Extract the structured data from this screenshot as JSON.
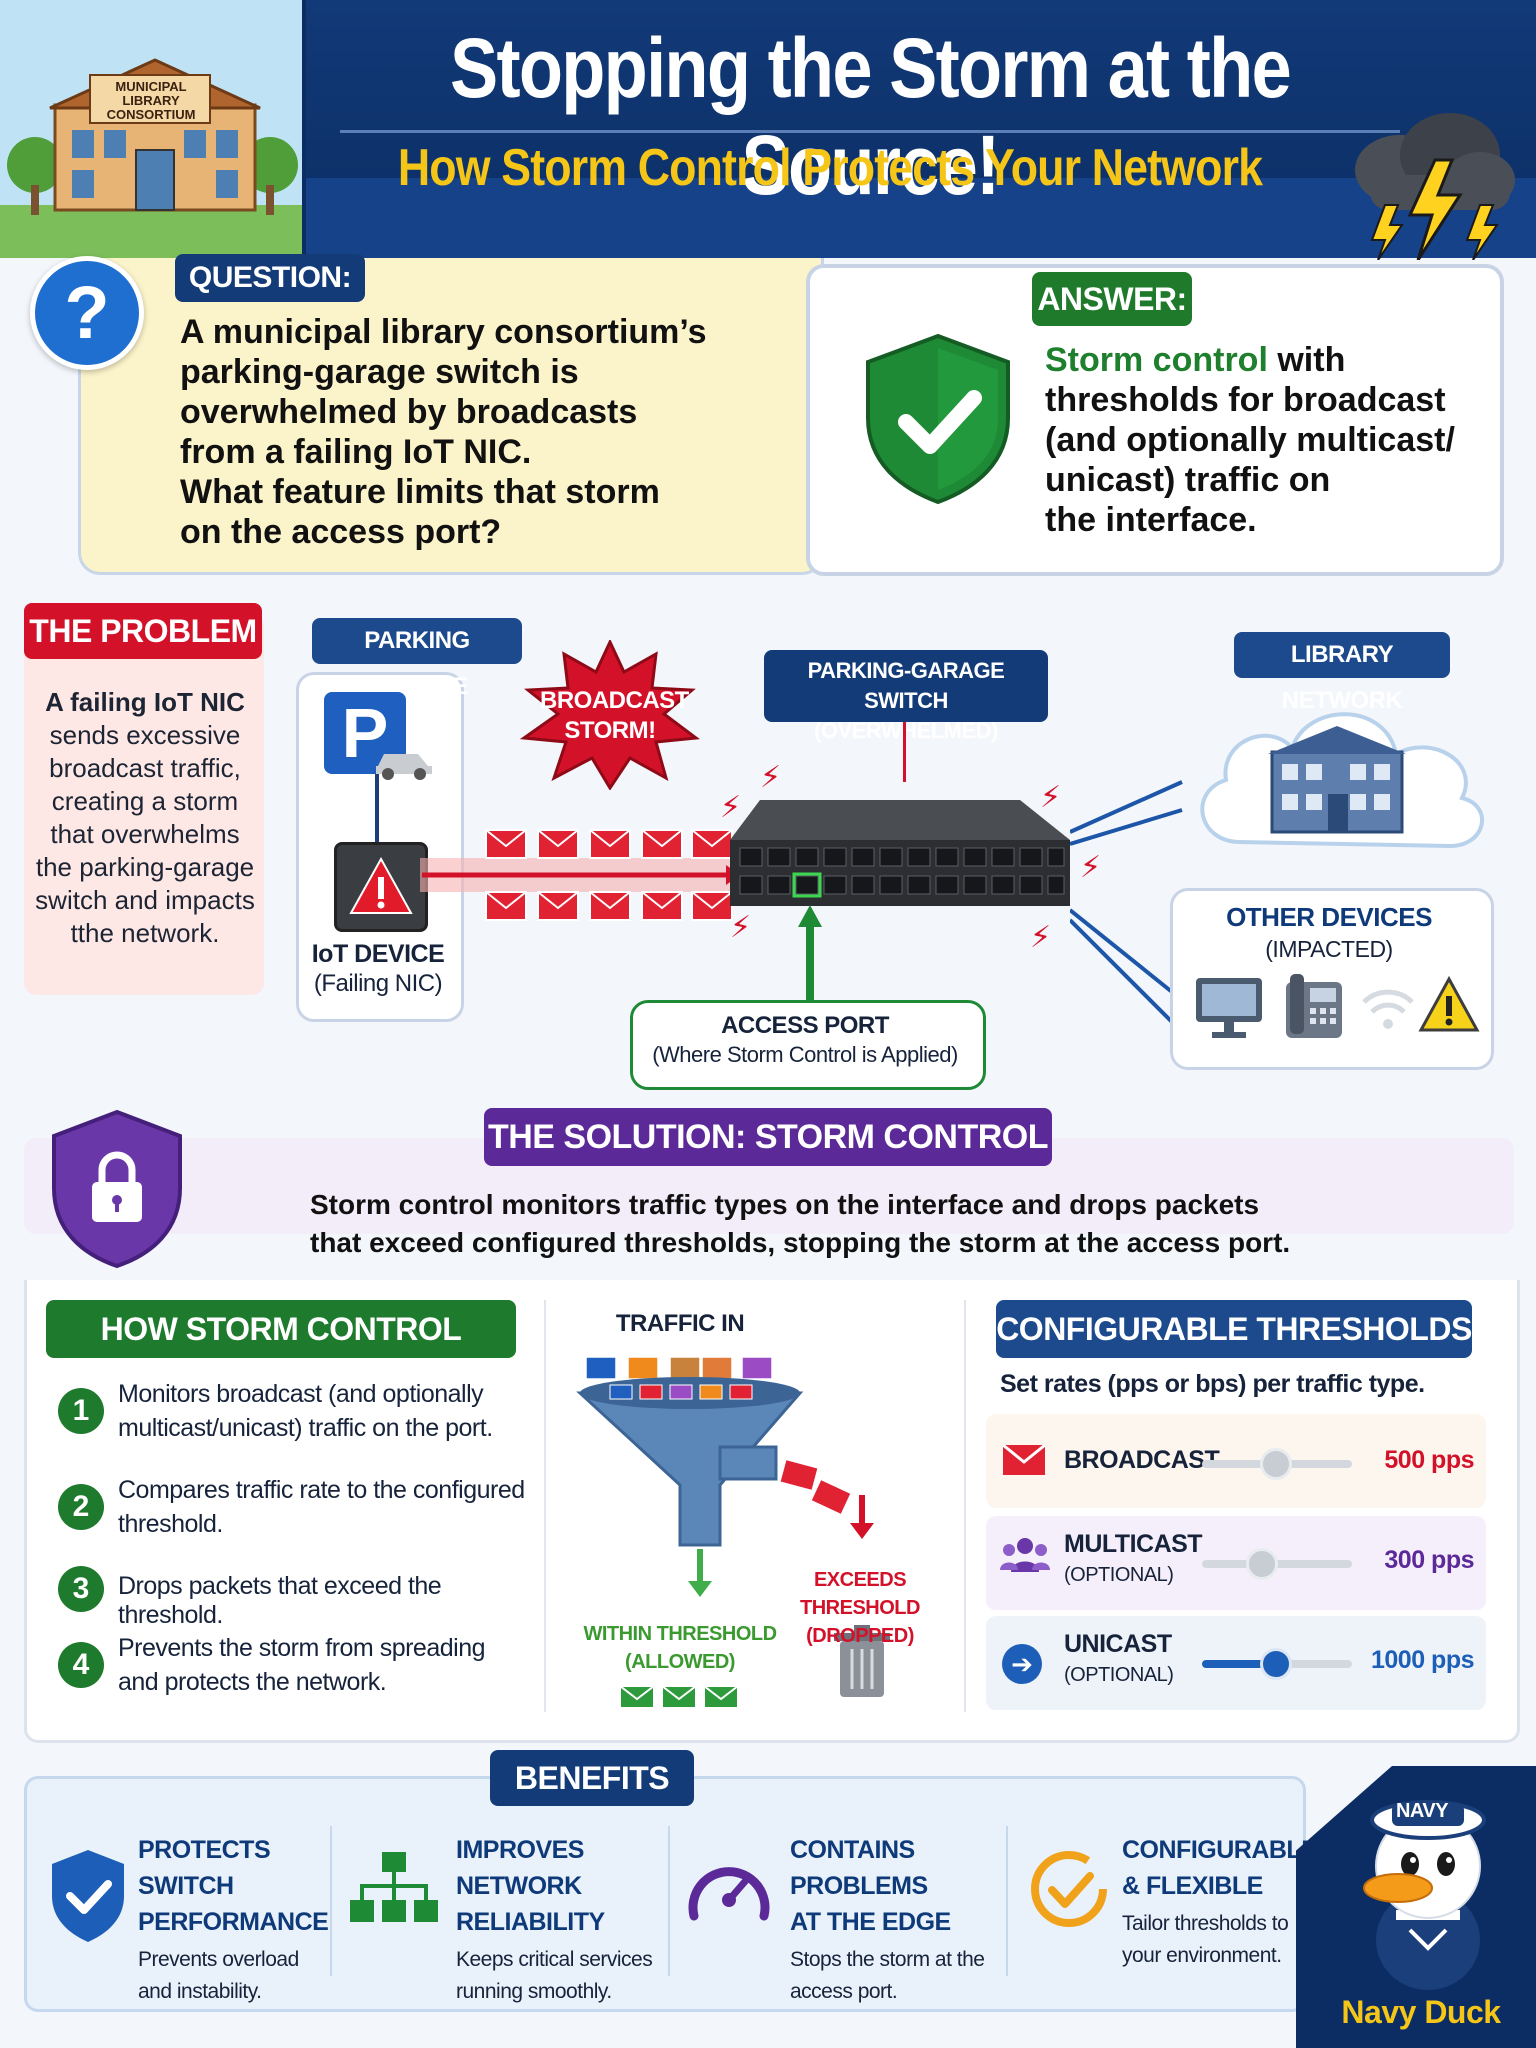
{
  "header": {
    "title": "Stopping the Storm at the Source!",
    "subtitle": "How Storm Control Protects Your Network",
    "library_sign": "MUNICIPAL LIBRARY CONSORTIUM"
  },
  "question": {
    "label": "QUESTION:",
    "lines": [
      "A municipal library consortium’s",
      "parking-garage switch is",
      "overwhelmed by broadcasts",
      "from a failing IoT NIC.",
      "What feature limits that storm",
      "on the access port?"
    ]
  },
  "answer": {
    "label": "ANSWER:",
    "highlight": "Storm control",
    "line1_rest": " with",
    "lines": [
      "thresholds for broadcast",
      "(and optionally multicast/",
      "unicast) traffic on",
      "the interface."
    ]
  },
  "problem": {
    "label": "THE PROBLEM",
    "lines": [
      "A failing IoT NIC",
      "sends excessive",
      "broadcast traffic,",
      "creating a storm",
      "that overwhelms",
      "the parking-garage",
      "switch and impacts",
      "tthe network."
    ]
  },
  "diagram": {
    "parking_label": "PARKING GARAGE",
    "iot_label": "IoT DEVICE",
    "iot_sub": "(Failing NIC)",
    "storm_burst": "BROADCAST\nSTORM!",
    "switch_label_1": "PARKING-GARAGE SWITCH",
    "switch_label_2": "(OVERWHELMED)",
    "library_label": "LIBRARY NETWORK",
    "other_label": "OTHER DEVICES",
    "other_sub": "(IMPACTED)",
    "access_label": "ACCESS PORT",
    "access_sub": "(Where Storm Control is Applied)"
  },
  "solution": {
    "label": "THE SOLUTION: STORM CONTROL",
    "desc_1": "Storm control monitors traffic types on the interface and drops packets",
    "desc_2": "that exceed configured thresholds, stopping the storm at the access port."
  },
  "how": {
    "label": "HOW STORM CONTROL WORKS",
    "steps": [
      {
        "num": "1",
        "l1": "Monitors broadcast (and optionally",
        "l2": "multicast/unicast) traffic on the port."
      },
      {
        "num": "2",
        "l1": "Compares traffic rate to the configured",
        "l2": "threshold."
      },
      {
        "num": "3",
        "l1": "Drops packets that exceed the threshold.",
        "l2": ""
      },
      {
        "num": "4",
        "l1": "Prevents the storm from spreading",
        "l2": "and protects the network."
      }
    ]
  },
  "funnel": {
    "traffic_in": "TRAFFIC IN",
    "within_1": "WITHIN THRESHOLD",
    "within_2": "(ALLOWED)",
    "exceeds_1": "EXCEEDS THRESHOLD",
    "exceeds_2": "(DROPPED)"
  },
  "thresholds": {
    "label": "CONFIGURABLE THRESHOLDS",
    "intro": "Set rates (pps or bps) per traffic type.",
    "rows": [
      {
        "name": "BROADCAST",
        "sub": "",
        "value": "500 pps",
        "level": 0.45,
        "color": "#d3122a"
      },
      {
        "name": "MULTICAST",
        "sub": "(OPTIONAL)",
        "value": "300 pps",
        "level": 0.35,
        "color": "#5b2a98"
      },
      {
        "name": "UNICAST",
        "sub": "(OPTIONAL)",
        "value": "1000 pps",
        "level": 0.45,
        "color": "#1d5fb8"
      }
    ]
  },
  "benefits": {
    "label": "BENEFITS",
    "items": [
      {
        "t1": "PROTECTS SWITCH",
        "t2": "PERFORMANCE",
        "d1": "Prevents overload",
        "d2": "and instability."
      },
      {
        "t1": "IMPROVES NETWORK",
        "t2": "RELIABILITY",
        "d1": "Keeps critical services",
        "d2": "running smoothly."
      },
      {
        "t1": "CONTAINS PROBLEMS",
        "t2": "AT THE EDGE",
        "d1": "Stops the storm at the",
        "d2": "access port."
      },
      {
        "t1": "CONFIGURABLE",
        "t2": "& FLEXIBLE",
        "d1": "Tailor thresholds to",
        "d2": "your environment."
      }
    ]
  },
  "mascot": {
    "hat": "NAVY",
    "name": "Navy Duck"
  },
  "colors": {
    "navy": "#0b2d63",
    "red": "#d3122a",
    "green": "#1e7f2d",
    "purple": "#5b2a98",
    "gold": "#f5c518"
  }
}
